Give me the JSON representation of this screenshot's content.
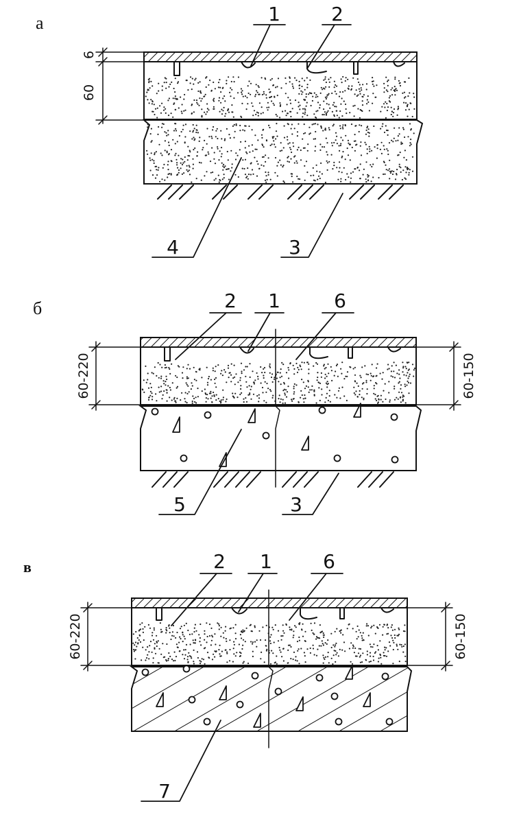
{
  "panels": [
    {
      "id": "a",
      "label": "а",
      "callouts": {
        "c1": "1",
        "c2": "2",
        "c3": "3",
        "c4": "4"
      },
      "dims": {
        "top": "6",
        "main": "60"
      }
    },
    {
      "id": "b",
      "label": "б",
      "callouts": {
        "c1": "1",
        "c2": "2",
        "c3": "3",
        "c5": "5",
        "c6": "6"
      },
      "dims": {
        "left": "60-220",
        "right": "60-150"
      }
    },
    {
      "id": "v",
      "label": "в",
      "callouts": {
        "c1": "1",
        "c2": "2",
        "c6": "6",
        "c7": "7"
      },
      "dims": {
        "left": "60-220",
        "right": "60-150"
      }
    }
  ]
}
